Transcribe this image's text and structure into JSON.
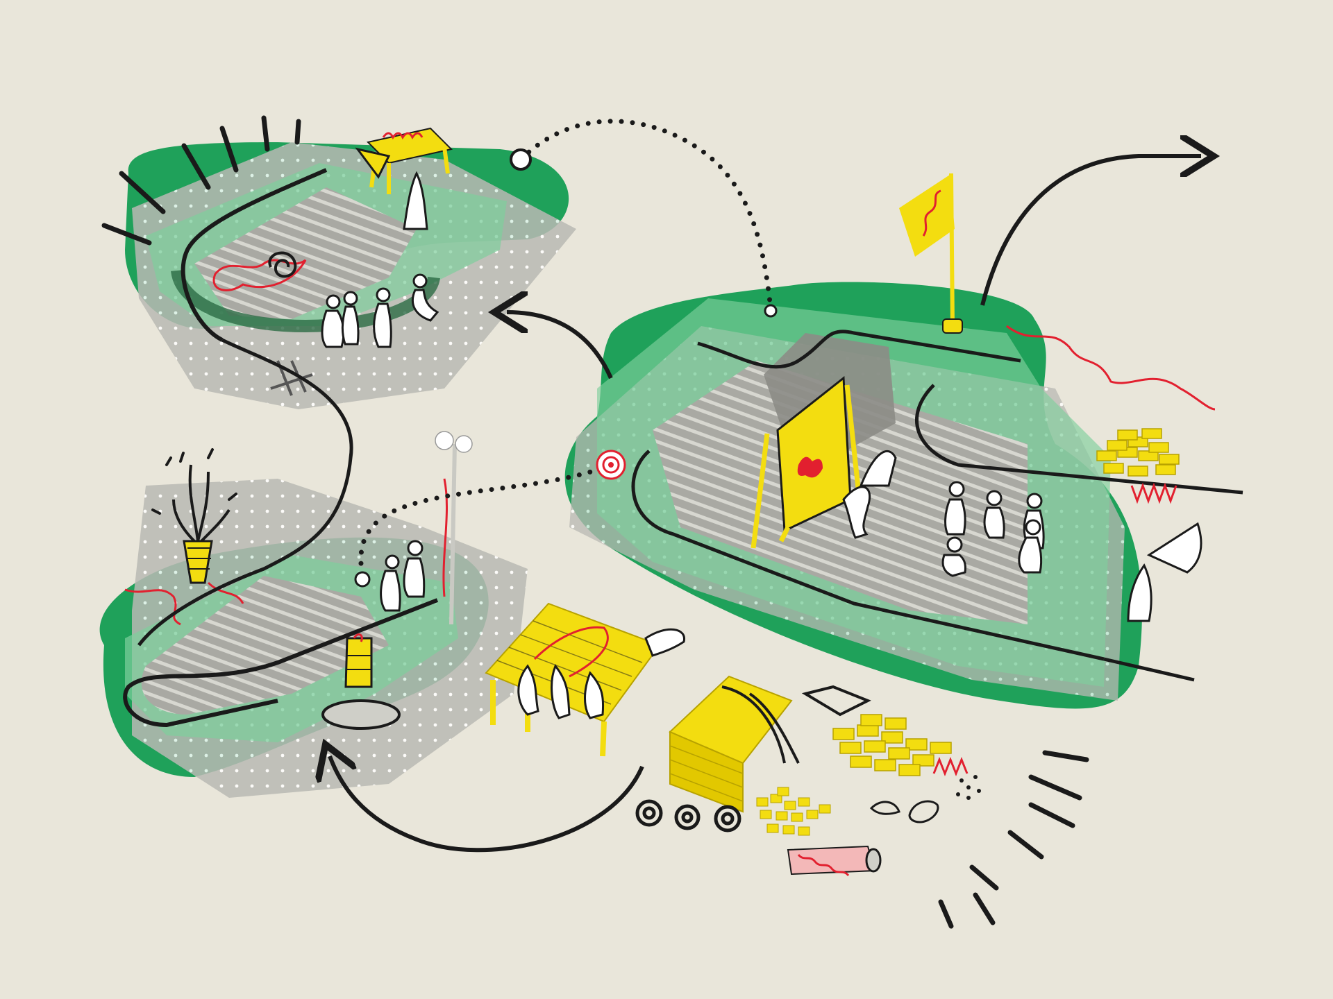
{
  "colors": {
    "background": "#e9e6da",
    "green": "#1fa15a",
    "green_light": "#7fcf9c",
    "concrete": "#9b9b96",
    "concrete_light": "#c9c9c3",
    "yellow": "#f3dd10",
    "red": "#e2202f",
    "ink": "#1a1a1a",
    "white": "#ffffff"
  },
  "scenes": [
    {
      "name": "amphitheater-top-left",
      "icons": [
        "people-icon",
        "yellow-table-icon",
        "red-scribble-icon"
      ]
    },
    {
      "name": "sunken-pool-bottom-left",
      "icons": [
        "fountain-icon",
        "barrel-icon",
        "lamp-post-icon",
        "people-icon"
      ]
    },
    {
      "name": "stepped-plaza-right",
      "icons": [
        "flag-icon",
        "billboard-icon",
        "people-icon",
        "brick-pile-icon"
      ]
    },
    {
      "name": "materials-bottom",
      "icons": [
        "timber-stack-icon",
        "brick-pile-icon",
        "wheel-icon",
        "roll-icon",
        "yellow-stair-icon"
      ]
    }
  ]
}
